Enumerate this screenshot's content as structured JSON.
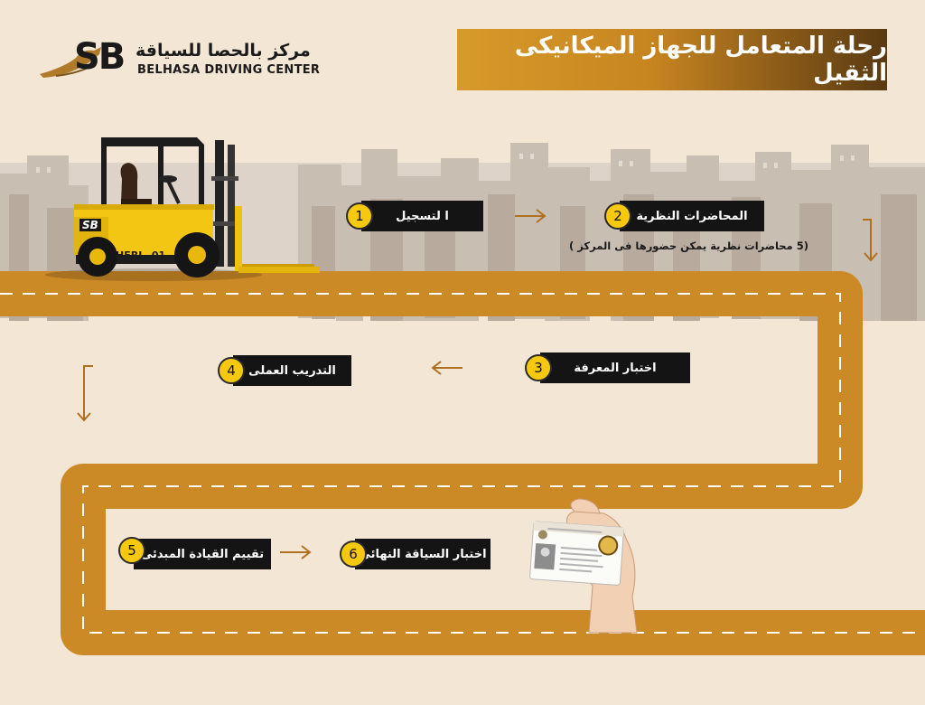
{
  "title": "رحلة المتعامل للجهاز الميكانيكى الثقيل",
  "logo": {
    "arabic": "مركز بالحصا للسياقة",
    "english": "BELHASA DRIVING CENTER",
    "mark": "SB"
  },
  "forklift": {
    "plate": "HFRL  01",
    "badge": "SB"
  },
  "steps": [
    {
      "number": "1",
      "label": "ا لتسجيل"
    },
    {
      "number": "2",
      "label": "المحاضرات  النظرية",
      "note": "(5 محاضرات نظرية يمكن حضورها فى المركز )"
    },
    {
      "number": "3",
      "label": "اختبار  المعرفة"
    },
    {
      "number": "4",
      "label": "التدريب  العملى"
    },
    {
      "number": "5",
      "label": "تقييم القيادة المبدئى"
    },
    {
      "number": "6",
      "label": "اختبار  السياقة  النهائى"
    }
  ],
  "icons": [
    "logo-horse-icon",
    "forklift-icon",
    "arrow-right-icon",
    "arrow-left-icon",
    "arrow-down-icon",
    "license-card-icon",
    "hand-icon"
  ],
  "colors": {
    "background": "#f4e6d4",
    "road": "#cc8a26",
    "step_box": "#141414",
    "badge": "#f6c90e",
    "title_gradient_start": "#d79a2a",
    "title_gradient_end": "#5a3a12",
    "skyline": "#c7bcb0"
  }
}
